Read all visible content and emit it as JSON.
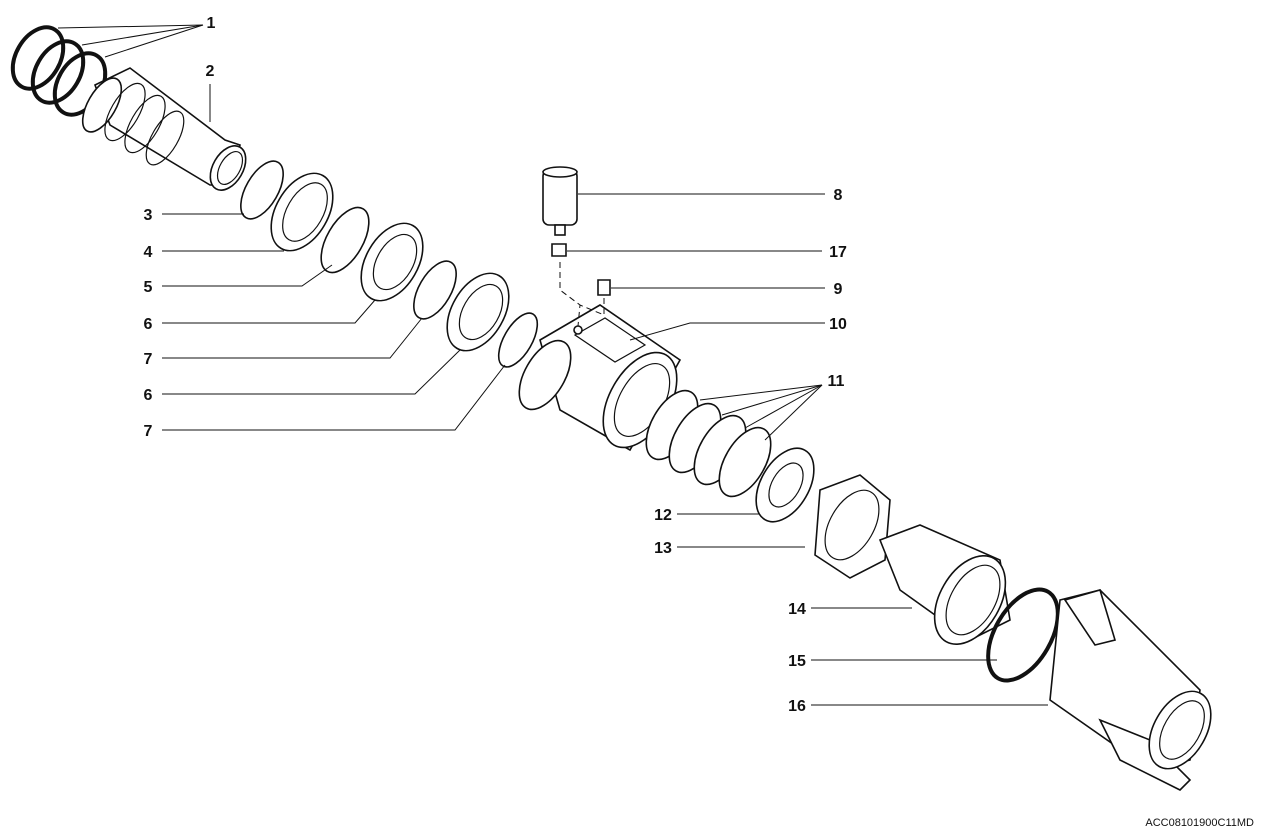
{
  "diagram": {
    "callouts": [
      "1",
      "2",
      "3",
      "4",
      "5",
      "6",
      "7",
      "6",
      "7",
      "8",
      "17",
      "9",
      "10",
      "11",
      "12",
      "13",
      "14",
      "15",
      "16"
    ],
    "figure_code": "ACC08101900C11MD"
  }
}
